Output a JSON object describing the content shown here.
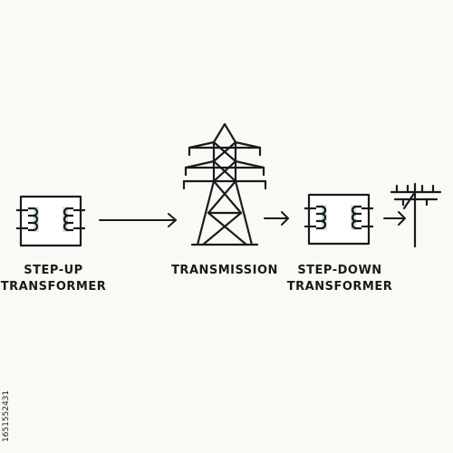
{
  "labels": {
    "step_up_line1": "STEP-UP",
    "step_up_line2": "TRANSFORMER",
    "transmission": "TRANSMISSION",
    "step_down_line1": "STEP-DOWN",
    "step_down_line2": "TRANSFORMER"
  },
  "side_code": "1651552431",
  "icons": {
    "step_up_transformer": "transformer-icon",
    "transmission_tower": "transmission-tower-icon",
    "step_down_transformer": "transformer-icon",
    "utility_pole": "utility-pole-icon",
    "arrow": "arrow-right-icon"
  },
  "colors": {
    "line": "#1a1a1a",
    "coil_fill": "#cfe6df",
    "background": "#faf9f6"
  }
}
